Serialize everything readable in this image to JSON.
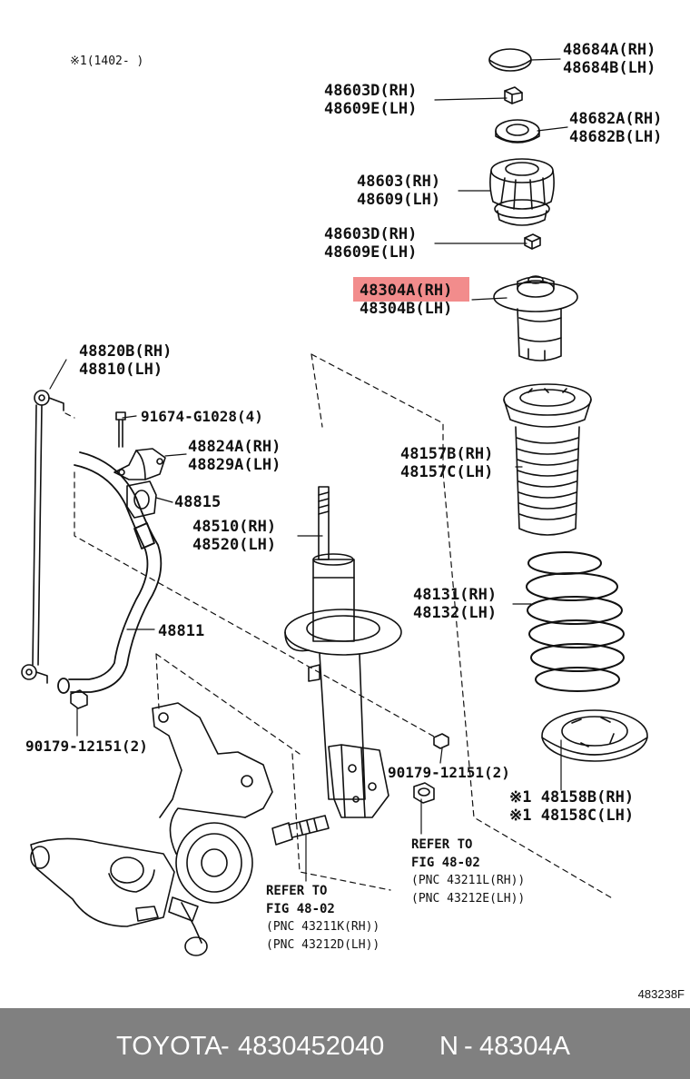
{
  "labels": {
    "note": "※1(1402-    )",
    "p48684": [
      "48684A(RH)",
      "48684B(LH)"
    ],
    "p48603d_top": [
      "48603D(RH)",
      "48609E(LH)"
    ],
    "p48682": [
      "48682A(RH)",
      "48682B(LH)"
    ],
    "p48603": [
      "48603(RH)",
      "48609(LH)"
    ],
    "p48603d_mid": [
      "48603D(RH)",
      "48609E(LH)"
    ],
    "p48304": [
      "48304A(RH)",
      "48304B(LH)"
    ],
    "p48820": [
      "48820B(RH)",
      "48810(LH)"
    ],
    "p91674": "91674-G1028(4)",
    "p48824": [
      "48824A(RH)",
      "48829A(LH)"
    ],
    "p48815": "48815",
    "p48157": [
      "48157B(RH)",
      "48157C(LH)"
    ],
    "p48510": [
      "48510(RH)",
      "48520(LH)"
    ],
    "p48131": [
      "48131(RH)",
      "48132(LH)"
    ],
    "p48811": "48811",
    "p90179_left": "90179-12151(2)",
    "p90179_right": "90179-12151(2)",
    "p48158": [
      "※1 48158B(RH)",
      "※1 48158C(LH)"
    ],
    "ref_right": [
      "REFER TO",
      "FIG 48-02",
      "(PNC 43211L(RH))",
      "(PNC 43212E(LH))"
    ],
    "ref_left": [
      "REFER TO",
      "FIG 48-02",
      "(PNC 43211K(RH))",
      "(PNC 43212D(LH))"
    ]
  },
  "diagram_id": "483238F",
  "highlighted_part": "48304A(RH)",
  "highlight_color": "#f28c8c",
  "footer": {
    "brand": "TOYOTA",
    "sep1": "-",
    "part_number": "4830452040",
    "prefix": "N",
    "sep2": "-",
    "ref_code": "48304A",
    "background": "#808080"
  }
}
